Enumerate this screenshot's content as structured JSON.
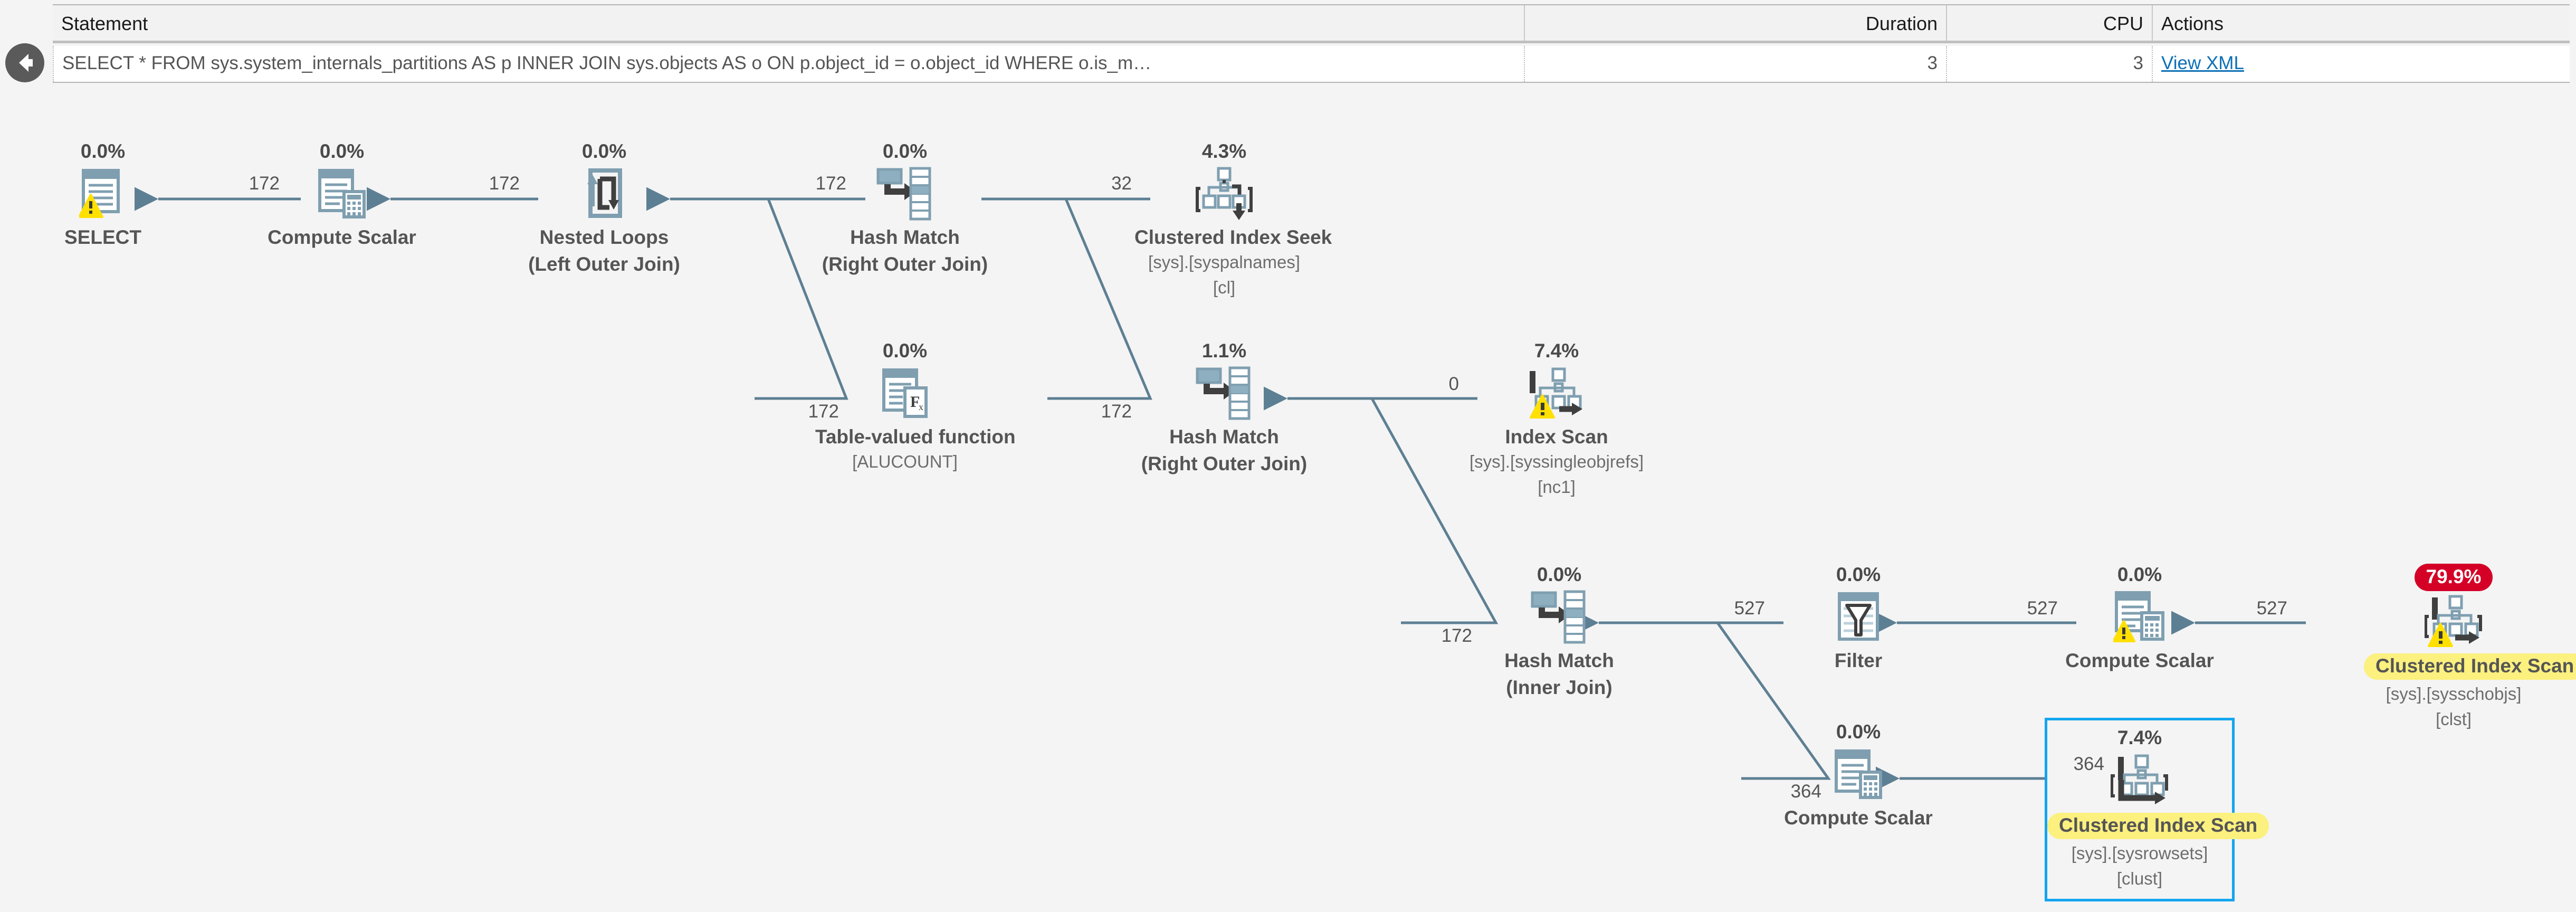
{
  "window": {
    "back_button": "back-arrow"
  },
  "grid": {
    "columns": [
      "Statement",
      "Duration",
      "CPU",
      "Actions"
    ],
    "row": {
      "statement": "SELECT * FROM sys.system_internals_partitions AS p INNER JOIN sys.objects AS o ON p.object_id = o.object_id WHERE o.is_m…",
      "duration": "3",
      "cpu": "3",
      "action_label": "View XML"
    }
  },
  "colors": {
    "canvas": "#f4f4f4",
    "icon_blue": "#7f9fb0",
    "icon_dark": "#4a4a4a",
    "edge": "#5d7f93",
    "hot_badge": "#d40026",
    "highlight": "#fcf07f",
    "selection": "#13a5f0",
    "link": "#0b6fb5",
    "warning": "#ffdd00"
  },
  "plan": {
    "nodes": [
      {
        "id": "select",
        "cost": "0.0%",
        "name": "SELECT",
        "name2": "",
        "sub1": "",
        "sub2": "",
        "icon": "select-icon",
        "warning": true,
        "hot": false,
        "highlighted": false,
        "selected": false
      },
      {
        "id": "cs1",
        "cost": "0.0%",
        "name": "Compute Scalar",
        "name2": "",
        "sub1": "",
        "sub2": "",
        "icon": "compute-scalar-icon",
        "warning": false,
        "hot": false,
        "highlighted": false,
        "selected": false
      },
      {
        "id": "nl",
        "cost": "0.0%",
        "name": "Nested Loops",
        "name2": "(Left Outer Join)",
        "sub1": "",
        "sub2": "",
        "icon": "nested-loops-icon",
        "warning": false,
        "hot": false,
        "highlighted": false,
        "selected": false
      },
      {
        "id": "hm1",
        "cost": "0.0%",
        "name": "Hash Match",
        "name2": "(Right Outer Join)",
        "sub1": "",
        "sub2": "",
        "icon": "hash-match-icon",
        "warning": false,
        "hot": false,
        "highlighted": false,
        "selected": false
      },
      {
        "id": "cis",
        "cost": "4.3%",
        "name": "Clustered Index Seek",
        "name2": "",
        "sub1": "[sys].[syspalnames]",
        "sub2": "[cl]",
        "icon": "clustered-index-seek-icon",
        "warning": false,
        "hot": false,
        "highlighted": false,
        "selected": false
      },
      {
        "id": "tvf",
        "cost": "0.0%",
        "name": "Table-valued function",
        "name2": "",
        "sub1": "[ALUCOUNT]",
        "sub2": "",
        "icon": "table-valued-function-icon",
        "warning": false,
        "hot": false,
        "highlighted": false,
        "selected": false
      },
      {
        "id": "hm2",
        "cost": "1.1%",
        "name": "Hash Match",
        "name2": "(Right Outer Join)",
        "sub1": "",
        "sub2": "",
        "icon": "hash-match-icon",
        "warning": false,
        "hot": false,
        "highlighted": false,
        "selected": false
      },
      {
        "id": "idxscan",
        "cost": "7.4%",
        "name": "Index Scan",
        "name2": "",
        "sub1": "[sys].[syssingleobjrefs]",
        "sub2": "[nc1]",
        "icon": "index-scan-icon",
        "warning": true,
        "hot": false,
        "highlighted": false,
        "selected": false
      },
      {
        "id": "hm3",
        "cost": "0.0%",
        "name": "Hash Match",
        "name2": "(Inner Join)",
        "sub1": "",
        "sub2": "",
        "icon": "hash-match-icon",
        "warning": false,
        "hot": false,
        "highlighted": false,
        "selected": false
      },
      {
        "id": "filter",
        "cost": "0.0%",
        "name": "Filter",
        "name2": "",
        "sub1": "",
        "sub2": "",
        "icon": "filter-icon",
        "warning": false,
        "hot": false,
        "highlighted": false,
        "selected": false
      },
      {
        "id": "cs2",
        "cost": "0.0%",
        "name": "Compute Scalar",
        "name2": "",
        "sub1": "",
        "sub2": "",
        "icon": "compute-scalar-icon",
        "warning": true,
        "hot": false,
        "highlighted": false,
        "selected": false
      },
      {
        "id": "cisc1",
        "cost": "79.9%",
        "name": "Clustered Index Scan",
        "name2": "",
        "sub1": "[sys].[sysschobjs]",
        "sub2": "[clst]",
        "icon": "clustered-index-scan-icon",
        "warning": true,
        "hot": true,
        "highlighted": true,
        "selected": false
      },
      {
        "id": "cs3",
        "cost": "0.0%",
        "name": "Compute Scalar",
        "name2": "",
        "sub1": "",
        "sub2": "",
        "icon": "compute-scalar-icon",
        "warning": false,
        "hot": false,
        "highlighted": false,
        "selected": false
      },
      {
        "id": "cisc2",
        "cost": "7.4%",
        "name": "Clustered Index Scan",
        "name2": "",
        "sub1": "[sys].[sysrowsets]",
        "sub2": "[clust]",
        "icon": "clustered-index-scan-icon",
        "warning": false,
        "hot": false,
        "highlighted": true,
        "selected": true
      }
    ],
    "edge_labels": [
      {
        "id": "e-select-cs1",
        "value": "172"
      },
      {
        "id": "e-cs1-nl",
        "value": "172"
      },
      {
        "id": "e-nl-hm1",
        "value": "172"
      },
      {
        "id": "e-hm1-cis",
        "value": "32"
      },
      {
        "id": "e-nl-tvf",
        "value": "172"
      },
      {
        "id": "e-hm1-hm2",
        "value": "172"
      },
      {
        "id": "e-hm2-idx",
        "value": "0"
      },
      {
        "id": "e-hm2-hm3",
        "value": "172"
      },
      {
        "id": "e-hm3-filter",
        "value": "527"
      },
      {
        "id": "e-filter-cs2",
        "value": "527"
      },
      {
        "id": "e-cs2-cisc1",
        "value": "527"
      },
      {
        "id": "e-hm3-cs3",
        "value": "364"
      },
      {
        "id": "e-cs3-cisc2",
        "value": "364"
      }
    ]
  }
}
